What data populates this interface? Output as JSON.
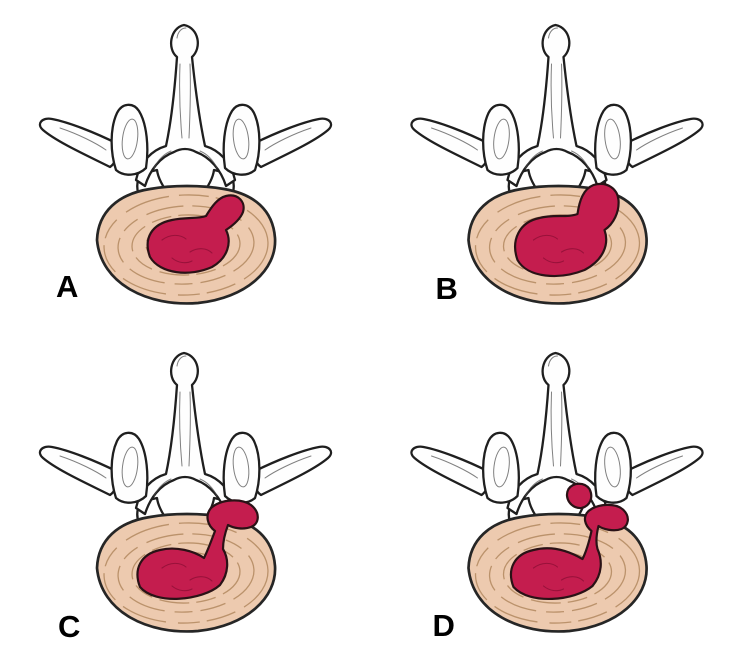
{
  "panels": [
    {
      "label": "A"
    },
    {
      "label": "B"
    },
    {
      "label": "C"
    },
    {
      "label": "D"
    }
  ],
  "colors": {
    "background": "#ffffff",
    "bone_fill": "#fefefe",
    "outline": "#1f1f1f",
    "annulus": "#edcaaf",
    "annulus_rings": "#b1885f",
    "nucleus": "#c41d4e",
    "label_text": "#000000"
  }
}
